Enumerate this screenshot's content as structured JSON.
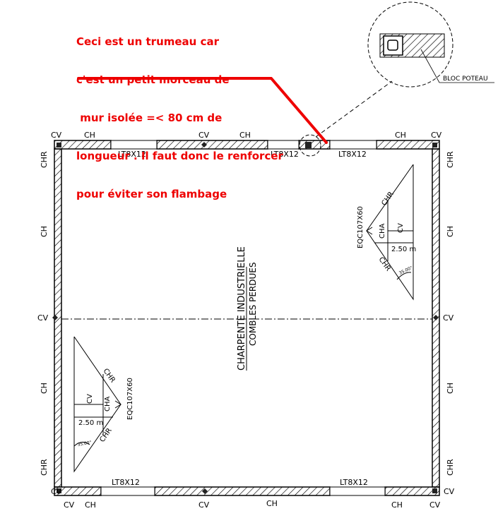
{
  "annotation": {
    "lines": [
      "Ceci est un trumeau car",
      "c'est un petit morceau de",
      " mur isolée =< 80 cm de",
      "longueur . Il faut donc le renforcer",
      "pour éviter son flambage"
    ],
    "color": "#ee0000"
  },
  "detail": {
    "label": "BLOC POTEAU"
  },
  "plan": {
    "center_title": "CHARPENTE INDUSTRIELLE",
    "center_subtitle": "COMBLES PERDUES",
    "labels": {
      "cv": "CV",
      "ch": "CH",
      "chr": "CHR",
      "cha": "CHA",
      "lintel": "LT8X12",
      "truss": "EQC107X60",
      "span": "2.50 m",
      "angle": "35.00°"
    }
  },
  "colors": {
    "wall": "#000000",
    "annotation": "#ee0000",
    "background": "#ffffff"
  }
}
